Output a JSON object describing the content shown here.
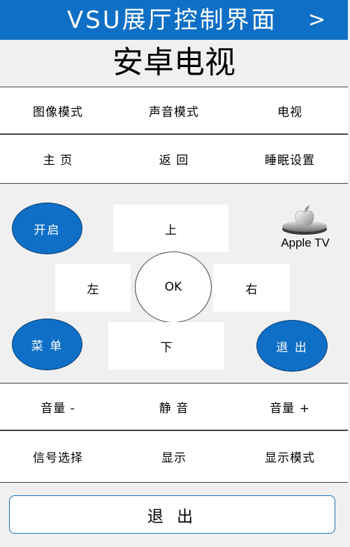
{
  "header": {
    "title": "VSU展厅控制界面",
    "next_label": ">"
  },
  "page_title": "安卓电视",
  "row1": {
    "picture_mode": "图像模式",
    "sound_mode": "声音模式",
    "tv": "电视"
  },
  "row2": {
    "home": "主 页",
    "back": "返 回",
    "sleep_settings": "睡眠设置"
  },
  "remote": {
    "power": "开启",
    "up": "上",
    "left": "左",
    "ok": "OK",
    "right": "右",
    "menu": "菜 单",
    "down": "下",
    "exit": "退 出",
    "brand_label": "Apple TV"
  },
  "row3": {
    "volume_down": "音量 -",
    "mute": "静 音",
    "volume_up": "音量 +"
  },
  "row4": {
    "signal_select": "信号选择",
    "display": "显示",
    "display_mode": "显示模式"
  },
  "exit_bar": {
    "label": "退 出"
  },
  "colors": {
    "accent_blue": "#0f6fc6",
    "background": "#f0f0f0",
    "button_white": "#ffffff"
  },
  "icons": {
    "brand_logo": "apple-logo-icon"
  }
}
